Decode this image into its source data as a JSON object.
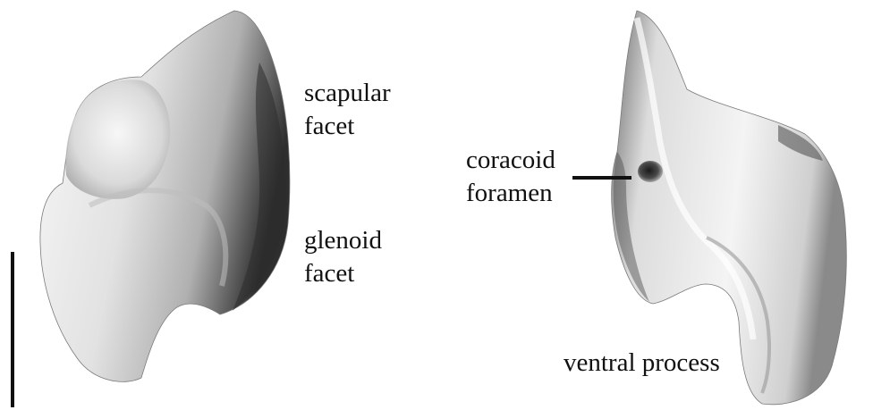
{
  "labels": {
    "scapular_facet": [
      "scapular",
      "facet"
    ],
    "glenoid_facet": [
      "glenoid",
      "facet"
    ],
    "coracoid_foramen": [
      "coracoid",
      "foramen"
    ],
    "ventral_process": "ventral process"
  },
  "colors": {
    "bone_light": "#f4f4f4",
    "bone_mid": "#c9c9c9",
    "bone_dark": "#3a3a3a",
    "text": "#111111"
  }
}
